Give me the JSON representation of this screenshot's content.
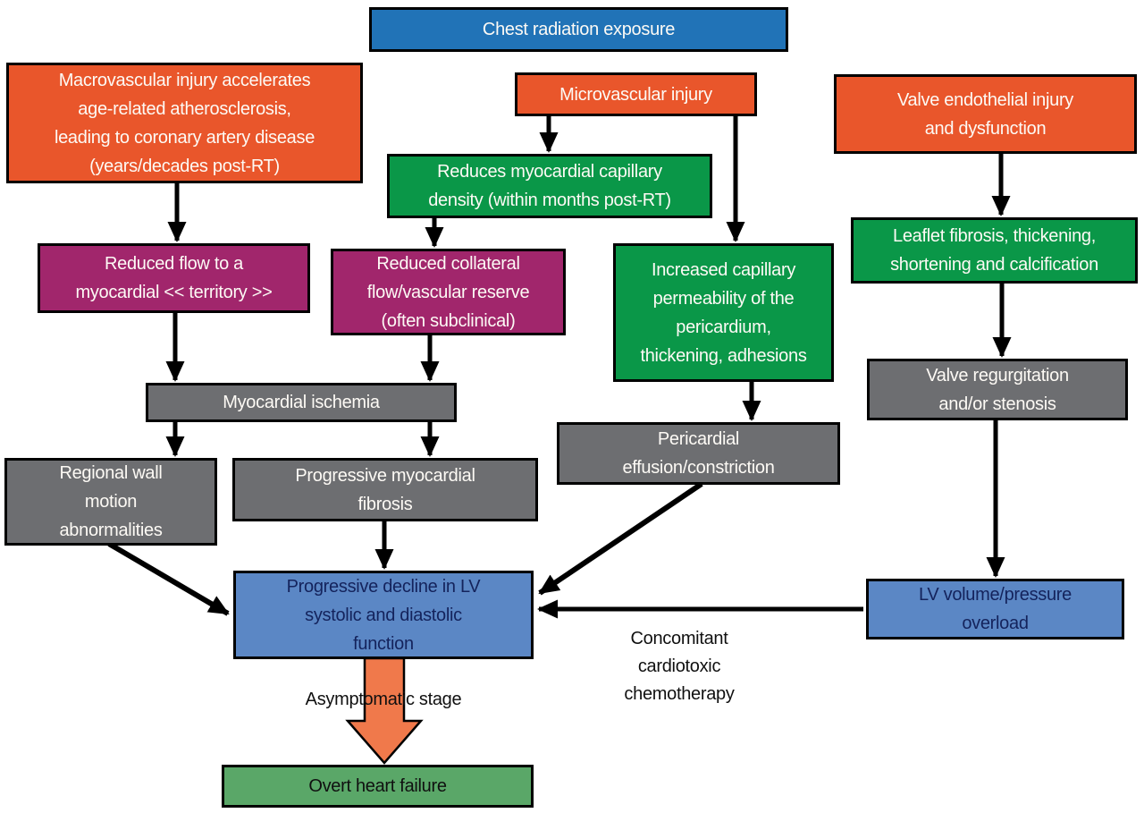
{
  "figure": {
    "type": "flowchart",
    "subject": "Chest radiation exposure leading to overt heart failure"
  },
  "palette": {
    "blue": "#2173b7",
    "orange": "#e9562b",
    "green": "#0a9748",
    "magenta": "#a1266c",
    "gray": "#6d6e71",
    "light_blue": "#5b87c5",
    "navy_text": "#14235c",
    "light_green": "#5aa768",
    "block_arrow_orange": "#f0794b",
    "arrow_black": "#000000"
  },
  "nodes": {
    "chest_radiation": {
      "label": "Chest radiation exposure",
      "color": "blue"
    },
    "macrovascular": {
      "label": "Macrovascular injury accelerates\nage-related atherosclerosis,\nleading to coronary artery disease\n(years/decades post-RT)",
      "color": "orange"
    },
    "microvascular": {
      "label": "Microvascular injury",
      "color": "orange"
    },
    "valve_endothelial": {
      "label": "Valve endothelial injury\nand dysfunction",
      "color": "orange"
    },
    "reduces_capillary": {
      "label": "Reduces myocardial capillary\ndensity (within months post-RT)",
      "color": "green"
    },
    "reduced_flow": {
      "label": "Reduced flow to a\nmyocardial << territory >>",
      "color": "magenta"
    },
    "reduced_collateral": {
      "label": "Reduced collateral\nflow/vascular reserve\n(often subclinical)",
      "color": "magenta"
    },
    "increased_capillary": {
      "label": "Increased capillary\npermeability of the\npericardium,\nthickening, adhesions",
      "color": "green"
    },
    "leaflet_fibrosis": {
      "label": "Leaflet fibrosis, thickening,\nshortening and calcification",
      "color": "green"
    },
    "myocardial_ischemia": {
      "label": "Myocardial ischemia",
      "color": "gray"
    },
    "valve_regurgitation": {
      "label": "Valve regurgitation\nand/or stenosis",
      "color": "gray"
    },
    "regional_wall": {
      "label": "Regional wall\nmotion\nabnormalities",
      "color": "gray"
    },
    "progressive_fibrosis": {
      "label": "Progressive myocardial\nfibrosis",
      "color": "gray"
    },
    "pericardial_effusion": {
      "label": "Pericardial\neffusion/constriction",
      "color": "gray"
    },
    "progressive_decline": {
      "label": "Progressive decline in LV\nsystolic and diastolic\nfunction",
      "color": "light_blue"
    },
    "lv_overload": {
      "label": "LV volume/pressure\noverload",
      "color": "light_blue"
    },
    "overt_heart_failure": {
      "label": "Overt heart failure",
      "color": "light_green"
    }
  },
  "annotations": {
    "asymptomatic_stage": "Asymptomatic stage",
    "concomitant_chemo": "Concomitant\ncardiotoxic\nchemotherapy"
  },
  "edges": [
    {
      "from": "macrovascular",
      "to": "reduced_flow"
    },
    {
      "from": "microvascular",
      "to": "reduces_capillary"
    },
    {
      "from": "microvascular",
      "to": "increased_capillary"
    },
    {
      "from": "reduces_capillary",
      "to": "reduced_collateral"
    },
    {
      "from": "valve_endothelial",
      "to": "leaflet_fibrosis"
    },
    {
      "from": "leaflet_fibrosis",
      "to": "valve_regurgitation"
    },
    {
      "from": "reduced_flow",
      "to": "myocardial_ischemia"
    },
    {
      "from": "reduced_collateral",
      "to": "myocardial_ischemia"
    },
    {
      "from": "myocardial_ischemia",
      "to": "regional_wall"
    },
    {
      "from": "myocardial_ischemia",
      "to": "progressive_fibrosis"
    },
    {
      "from": "increased_capillary",
      "to": "pericardial_effusion"
    },
    {
      "from": "regional_wall",
      "to": "progressive_decline"
    },
    {
      "from": "progressive_fibrosis",
      "to": "progressive_decline"
    },
    {
      "from": "pericardial_effusion",
      "to": "progressive_decline"
    },
    {
      "from": "valve_regurgitation",
      "to": "lv_overload"
    },
    {
      "from": "lv_overload",
      "to": "progressive_decline"
    },
    {
      "from": "progressive_decline",
      "to": "overt_heart_failure",
      "style": "orange_block_arrow"
    }
  ]
}
